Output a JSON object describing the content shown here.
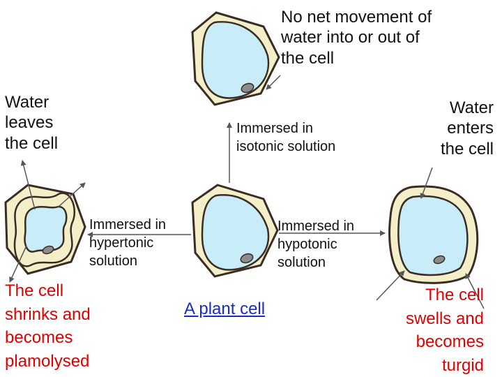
{
  "labels": {
    "isotonic_result": "No net movement of\nwater into or out of\nthe cell",
    "water_leaves": "Water\nleaves\nthe cell",
    "water_enters": "Water\nenters\nthe cell",
    "isotonic_condition": "Immersed in\nisotonic solution",
    "hypertonic_condition": "Immersed in\nhypertonic\nsolution",
    "hypotonic_condition": "Immersed in\nhypotonic\nsolution",
    "plasmolysed_result": "The cell\nshrinks and\nbecomes\nplamolysed",
    "turgid_result": "The cell\nswells and\nbecomes\nturgid",
    "center_caption": "A plant cell"
  },
  "colors": {
    "cell_wall": "#f4efc9",
    "vacuole": "#c8ecf8",
    "outline": "#3a2c25",
    "nucleus": "#8c8c8c",
    "arrow": "#555555",
    "text": "#111111",
    "result_text": "#e00000",
    "caption_text": "#1a2cc8"
  }
}
